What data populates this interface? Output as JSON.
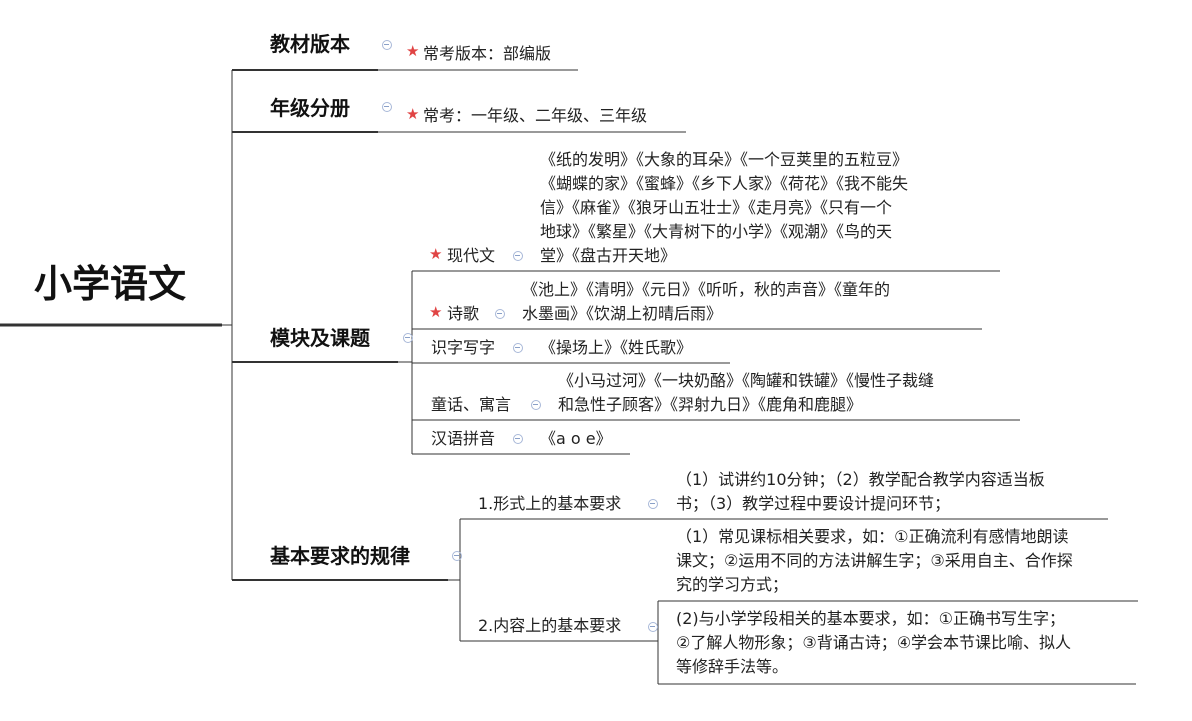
{
  "root": "小学语文",
  "branches": {
    "version": {
      "label": "教材版本",
      "child": "常考版本：部编版"
    },
    "grade": {
      "label": "年级分册",
      "child": "常考：一年级、二年级、三年级"
    },
    "modules": {
      "label": "模块及课题",
      "items": [
        {
          "label": "现代文",
          "starred": true,
          "lines": [
            "《纸的发明》《大象的耳朵》《一个豆荚里的五粒豆》",
            "《蝴蝶的家》《蜜蜂》《乡下人家》《荷花》《我不能失",
            "信》《麻雀》《狼牙山五壮士》《走月亮》《只有一个",
            "地球》《繁星》《大青树下的小学》《观潮》《鸟的天",
            "堂》《盘古开天地》"
          ]
        },
        {
          "label": "诗歌",
          "starred": true,
          "lines": [
            "《池上》《清明》《元日》《听听，秋的声音》《童年的",
            "水墨画》《饮湖上初晴后雨》"
          ]
        },
        {
          "label": "识字写字",
          "starred": false,
          "lines": [
            "《操场上》《姓氏歌》"
          ]
        },
        {
          "label": "童话、寓言",
          "starred": false,
          "lines": [
            "《小马过河》《一块奶酪》《陶罐和铁罐》《慢性子裁缝",
            "和急性子顾客》《羿射九日》《鹿角和鹿腿》"
          ]
        },
        {
          "label": "汉语拼音",
          "starred": false,
          "lines": [
            "《a o e》"
          ]
        }
      ]
    },
    "requirements": {
      "label": "基本要求的规律",
      "items": [
        {
          "label": "1.形式上的基本要求",
          "details": [
            {
              "lines": [
                "（1）试讲约10分钟；（2）教学配合教学内容适当板",
                "书；（3）教学过程中要设计提问环节；"
              ]
            }
          ]
        },
        {
          "label": "2.内容上的基本要求",
          "details": [
            {
              "lines": [
                "（1）常见课标相关要求，如：①正确流利有感情地朗读",
                "课文；②运用不同的方法讲解生字；③采用自主、合作探",
                "究的学习方式；"
              ]
            },
            {
              "lines": [
                "(2)与小学学段相关的基本要求，如：①正确书写生字；",
                "②了解人物形象；③背诵古诗；④学会本节课比喻、拟人",
                "等修辞手法等。"
              ]
            }
          ]
        }
      ]
    }
  },
  "colors": {
    "star": "#e04444",
    "line": "#333333",
    "collapse": "#8aa0c8"
  }
}
